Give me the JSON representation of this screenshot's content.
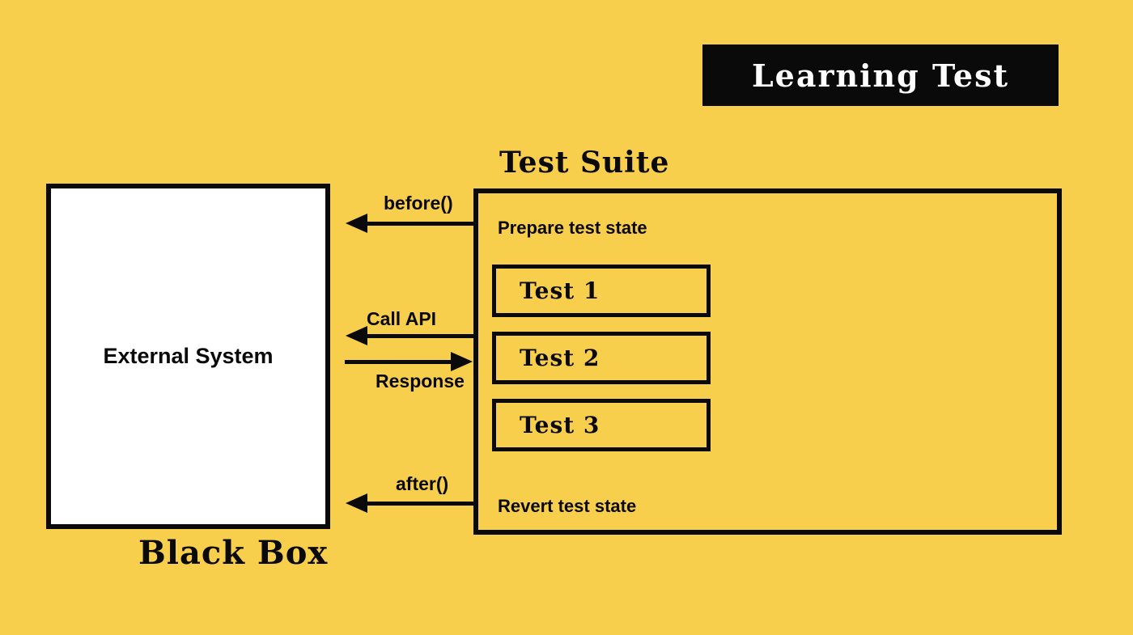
{
  "colors": {
    "background": "#F8CE4D",
    "ink": "#0A0A0A",
    "paper": "#FFFFFF"
  },
  "banner": {
    "label": "Learning Test"
  },
  "test_suite": {
    "title": "Test Suite",
    "prepare_label": "Prepare test state",
    "revert_label": "Revert test state",
    "tests": [
      {
        "label": "Test 1"
      },
      {
        "label": "Test 2"
      },
      {
        "label": "Test 3"
      }
    ]
  },
  "external_system": {
    "label": "External System",
    "caption": "Black Box"
  },
  "arrows": [
    {
      "label": "before()",
      "direction": "left",
      "from": "test-suite",
      "to": "external-system"
    },
    {
      "label": "Call API",
      "direction": "left",
      "from": "test-suite",
      "to": "external-system"
    },
    {
      "label": "Response",
      "direction": "right",
      "from": "external-system",
      "to": "test-suite"
    },
    {
      "label": "after()",
      "direction": "left",
      "from": "test-suite",
      "to": "external-system"
    }
  ]
}
